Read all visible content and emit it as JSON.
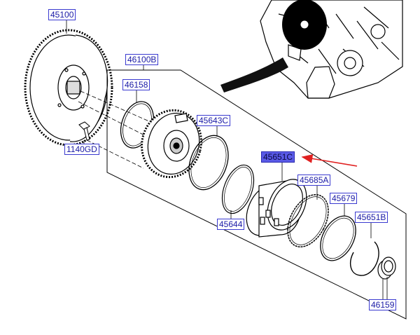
{
  "parts": [
    {
      "id": "p45100",
      "name": "label-45100",
      "text": "45100"
    },
    {
      "id": "p46100B",
      "name": "label-46100b",
      "text": "46100B"
    },
    {
      "id": "p46158",
      "name": "label-46158",
      "text": "46158"
    },
    {
      "id": "p45643C",
      "name": "label-45643c",
      "text": "45643C"
    },
    {
      "id": "p45651C",
      "name": "label-45651c",
      "text": "45651C",
      "selected": true
    },
    {
      "id": "p45685A",
      "name": "label-45685a",
      "text": "45685A"
    },
    {
      "id": "p45679",
      "name": "label-45679",
      "text": "45679"
    },
    {
      "id": "p45651B",
      "name": "label-45651b",
      "text": "45651B"
    },
    {
      "id": "p45644",
      "name": "label-45644",
      "text": "45644"
    },
    {
      "id": "p1140GD",
      "name": "label-1140gd",
      "text": "1140GD"
    },
    {
      "id": "p46159",
      "name": "label-46159",
      "text": "46159"
    }
  ],
  "colors": {
    "label_text": "#1a1aa6",
    "label_border": "#3a3ad0",
    "label_selected_bg": "#5a5ae6",
    "pointer_arrow": "#e02020",
    "line": "#000000"
  }
}
